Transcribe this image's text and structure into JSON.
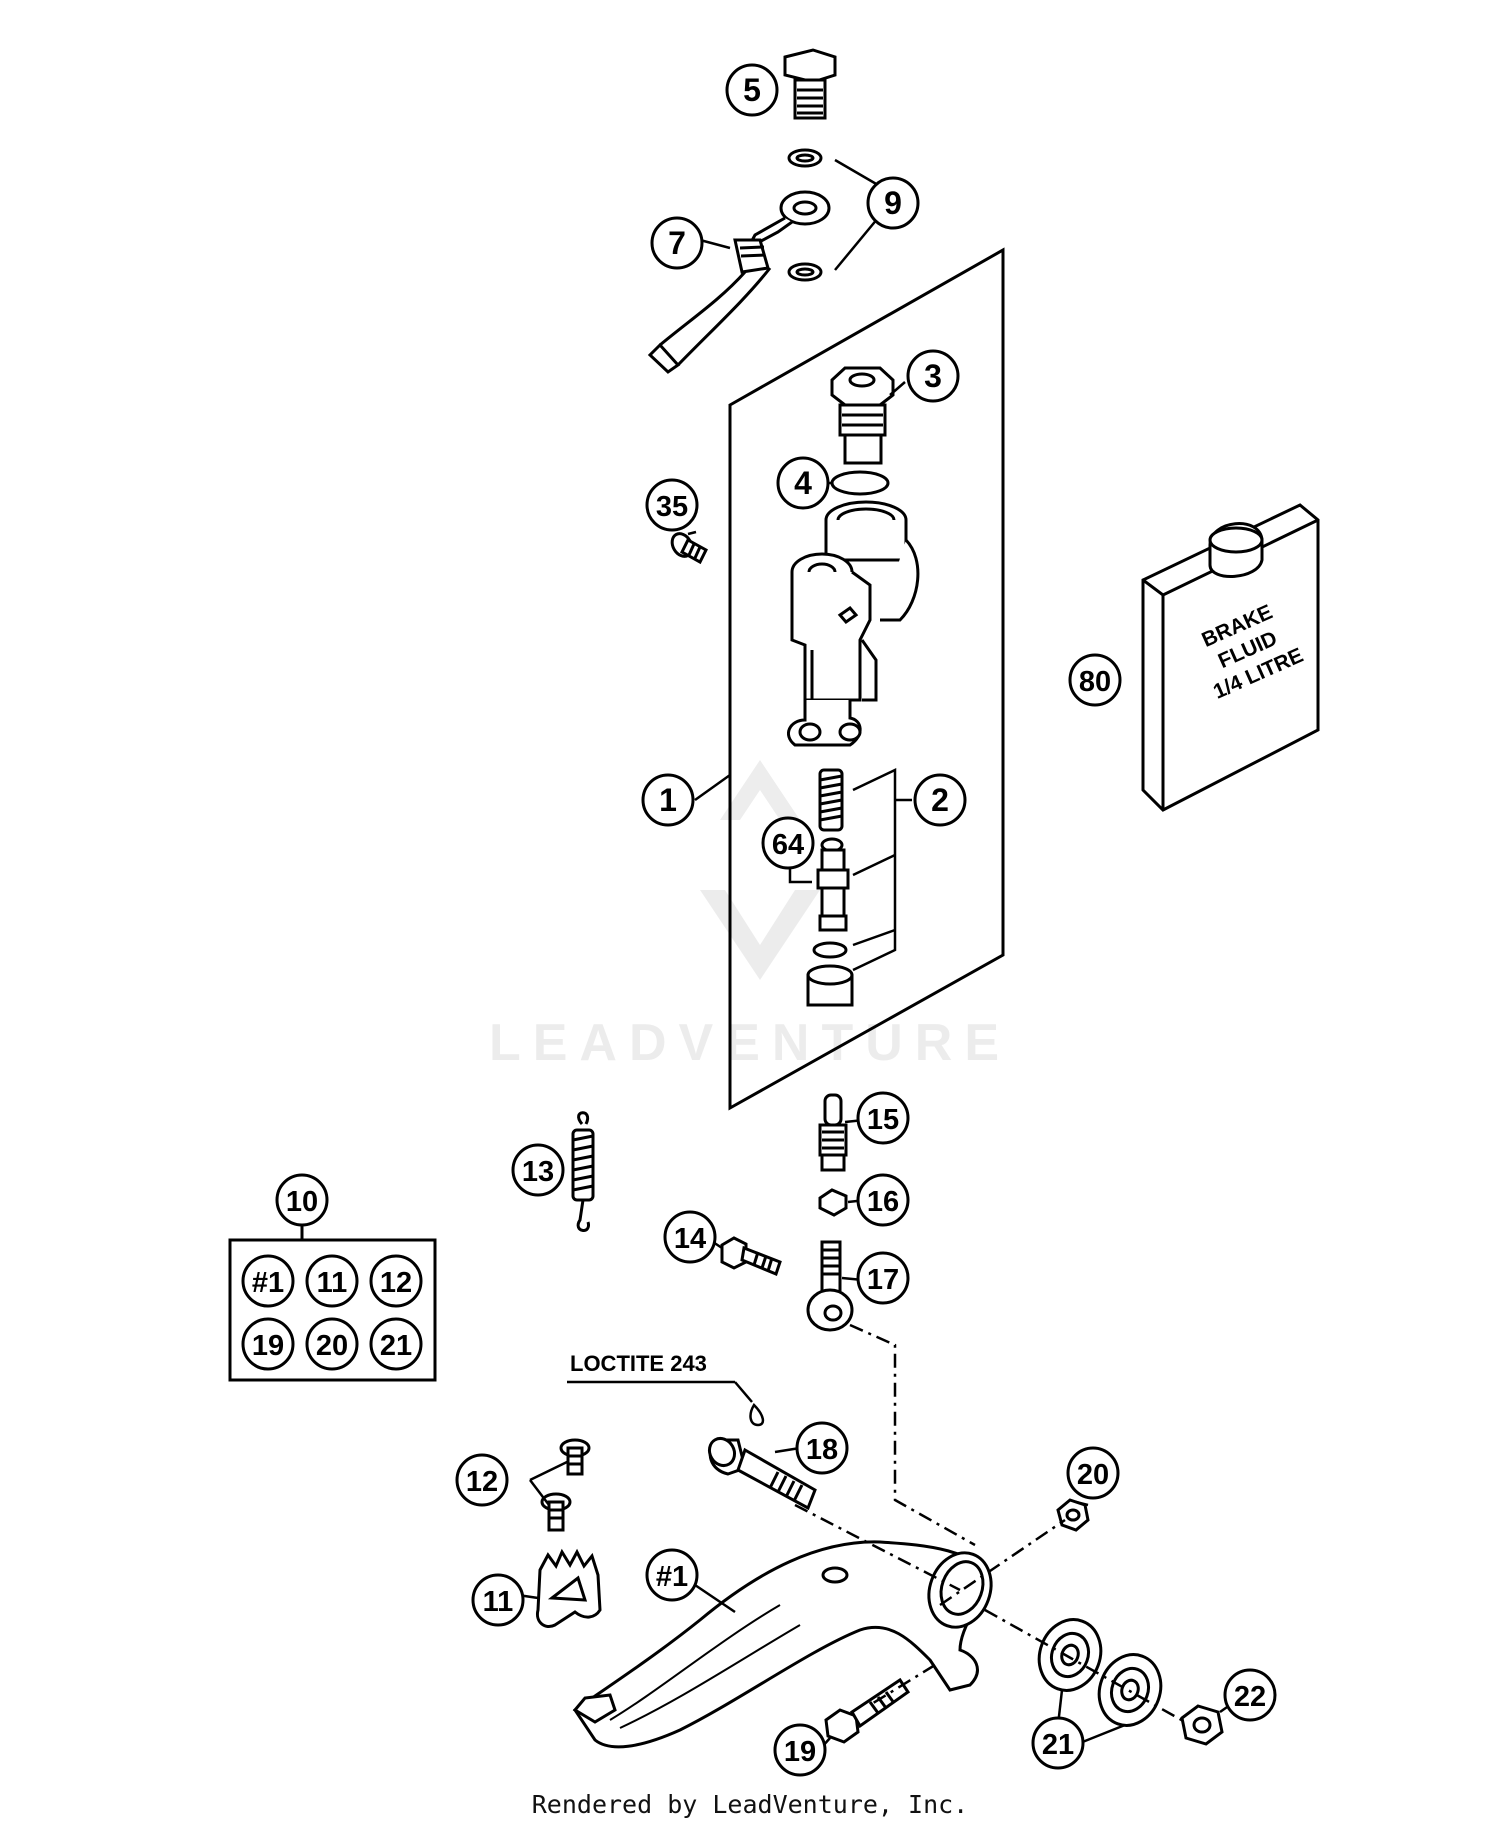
{
  "callouts": [
    {
      "id": "c5",
      "label": "5"
    },
    {
      "id": "c9",
      "label": "9"
    },
    {
      "id": "c7",
      "label": "7"
    },
    {
      "id": "c3",
      "label": "3"
    },
    {
      "id": "c4",
      "label": "4"
    },
    {
      "id": "c35",
      "label": "35"
    },
    {
      "id": "c80",
      "label": "80"
    },
    {
      "id": "c1",
      "label": "1"
    },
    {
      "id": "c2",
      "label": "2"
    },
    {
      "id": "c64",
      "label": "64"
    },
    {
      "id": "c15",
      "label": "15"
    },
    {
      "id": "c13",
      "label": "13"
    },
    {
      "id": "c16",
      "label": "16"
    },
    {
      "id": "c10",
      "label": "10"
    },
    {
      "id": "c14",
      "label": "14"
    },
    {
      "id": "c17",
      "label": "17"
    },
    {
      "id": "c18",
      "label": "18"
    },
    {
      "id": "c20",
      "label": "20"
    },
    {
      "id": "c12",
      "label": "12"
    },
    {
      "id": "c11",
      "label": "11"
    },
    {
      "id": "cp1",
      "label": "#1"
    },
    {
      "id": "c22",
      "label": "22"
    },
    {
      "id": "c21",
      "label": "21"
    },
    {
      "id": "c19",
      "label": "19"
    }
  ],
  "kit_box": {
    "items": [
      "#1",
      "11",
      "12",
      "19",
      "20",
      "21"
    ]
  },
  "brake_fluid_label": [
    "BRAKE",
    "FLUID",
    "1/4 LITRE"
  ],
  "loctite_label": "LOCTITE 243",
  "watermark": "LEADVENTURE",
  "footer": "Rendered by LeadVenture, Inc."
}
